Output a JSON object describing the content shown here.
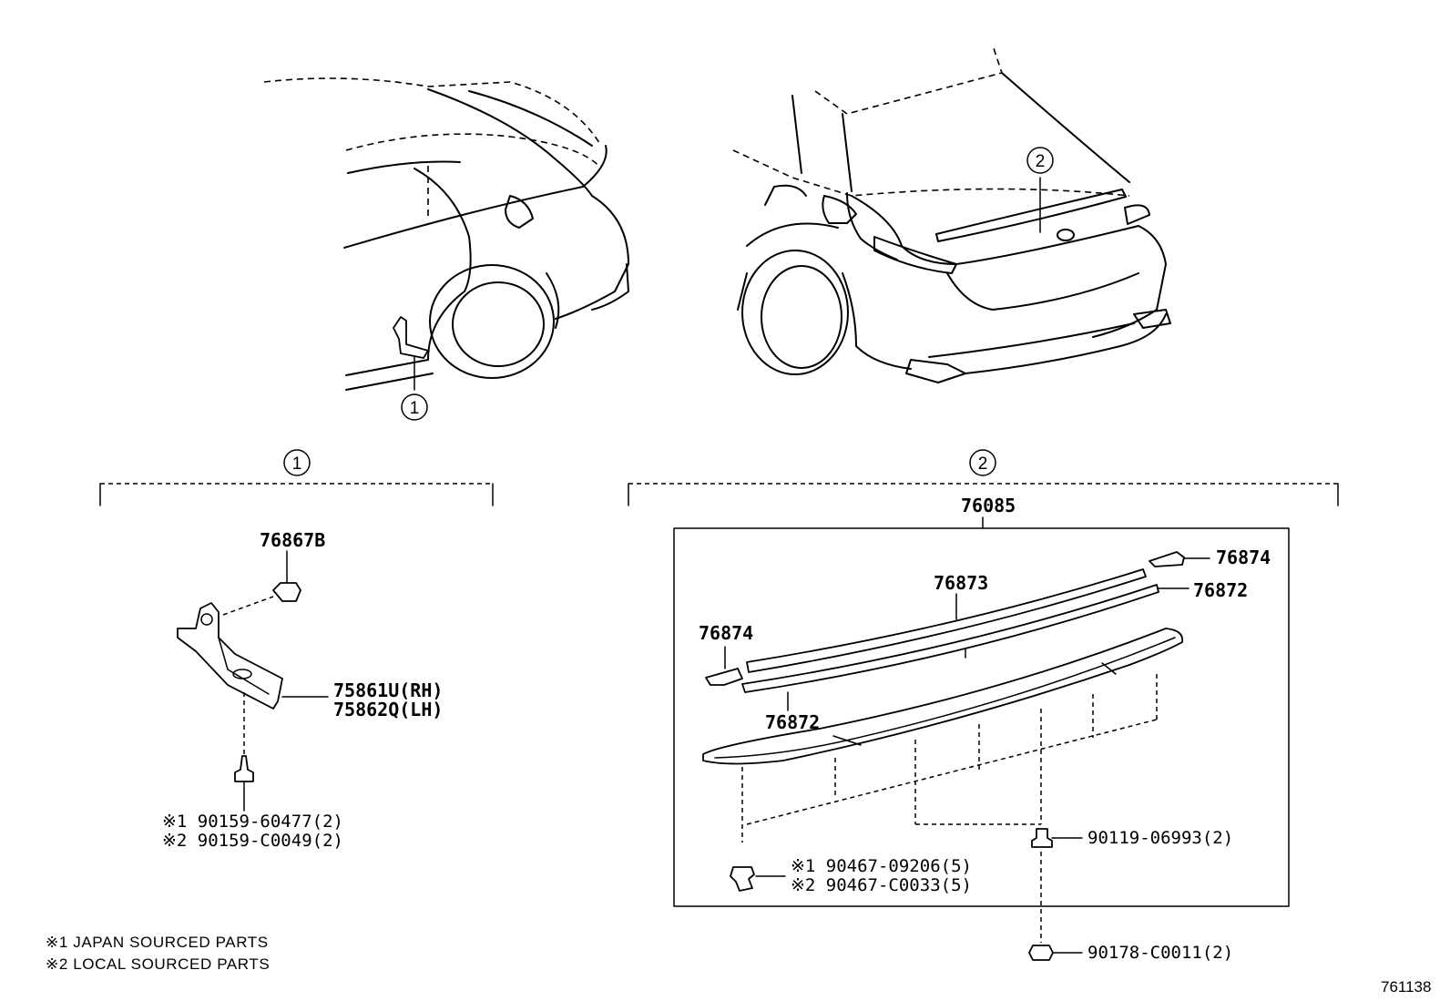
{
  "callouts": {
    "ref1": "1",
    "ref2": "2"
  },
  "section1": {
    "ref": "1",
    "clip": "76867B",
    "bracket_rh": "75861U(RH)",
    "bracket_lh": "75862Q(LH)",
    "screw_1": "※1 90159-60477(2)",
    "screw_2": "※2 90159-C0049(2)"
  },
  "section2": {
    "ref": "2",
    "assembly": "76085",
    "end_cap_right": "76874",
    "end_cap_left": "76874",
    "garnish": "76873",
    "tape_upper": "76872",
    "tape_lower": "76872",
    "bolt": "90119-06993(2)",
    "clip_1": "※1 90467-09206(5)",
    "clip_2": "※2 90467-C0033(5)",
    "nut": "90178-C0011(2)"
  },
  "legend": {
    "note1": "※1 JAPAN SOURCED PARTS",
    "note2": "※2 LOCAL SOURCED PARTS"
  },
  "figure_number": "761138"
}
